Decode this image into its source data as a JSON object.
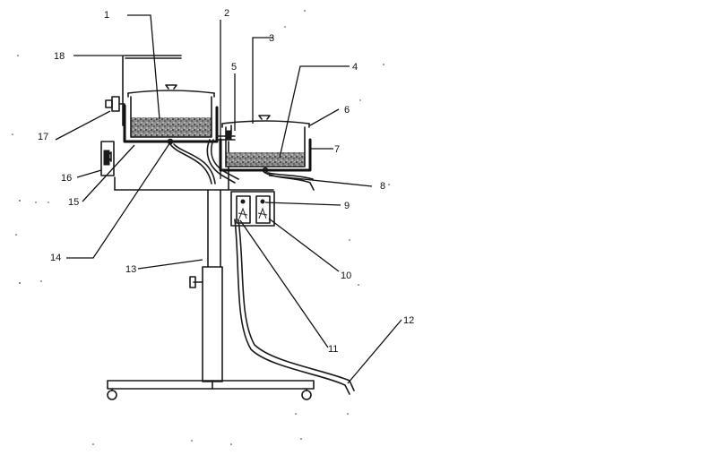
{
  "labels": {
    "n1": "1",
    "n2": "2",
    "n3": "3",
    "n4": "4",
    "n5": "5",
    "n6": "6",
    "n7": "7",
    "n8": "8",
    "n9": "9",
    "n10": "10",
    "n11": "11",
    "n12": "12",
    "n13": "13",
    "n14": "14",
    "n15": "15",
    "n16": "16",
    "n17": "17",
    "n18": "18"
  },
  "colors": {
    "ink": "#1a1a1a",
    "background": "#ffffff"
  }
}
